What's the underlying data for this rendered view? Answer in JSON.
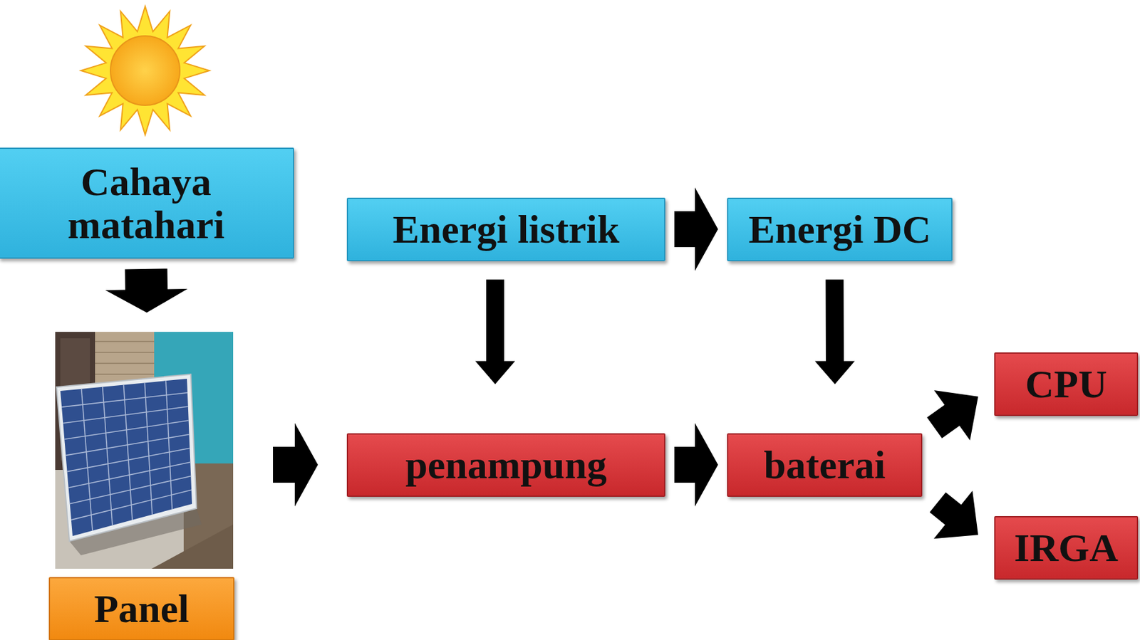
{
  "diagram": {
    "nodes": [
      {
        "text": [
          "Cahaya matahari"
        ]
      },
      {
        "text": [
          "Energi listrik"
        ]
      },
      {
        "text": [
          "Energi DC"
        ]
      },
      {
        "text": [
          "penampung"
        ]
      },
      {
        "text": [
          "baterai"
        ]
      },
      {
        "text": [
          "CPU"
        ]
      },
      {
        "text": [
          "IRGA"
        ]
      },
      {
        "text": [
          "Panel"
        ]
      }
    ],
    "edges": [
      {
        "from": 0,
        "to": 7,
        "arrow": "to"
      },
      {
        "from": 7,
        "to": 3,
        "arrow": "to"
      },
      {
        "from": 1,
        "to": 2,
        "arrow": "to"
      },
      {
        "from": 1,
        "to": 3,
        "arrow": "to"
      },
      {
        "from": 2,
        "to": 4,
        "arrow": "to"
      },
      {
        "from": 3,
        "to": 4,
        "arrow": "to"
      },
      {
        "from": 4,
        "to": 5,
        "arrow": "to"
      },
      {
        "from": 4,
        "to": 6,
        "arrow": "to"
      }
    ]
  }
}
